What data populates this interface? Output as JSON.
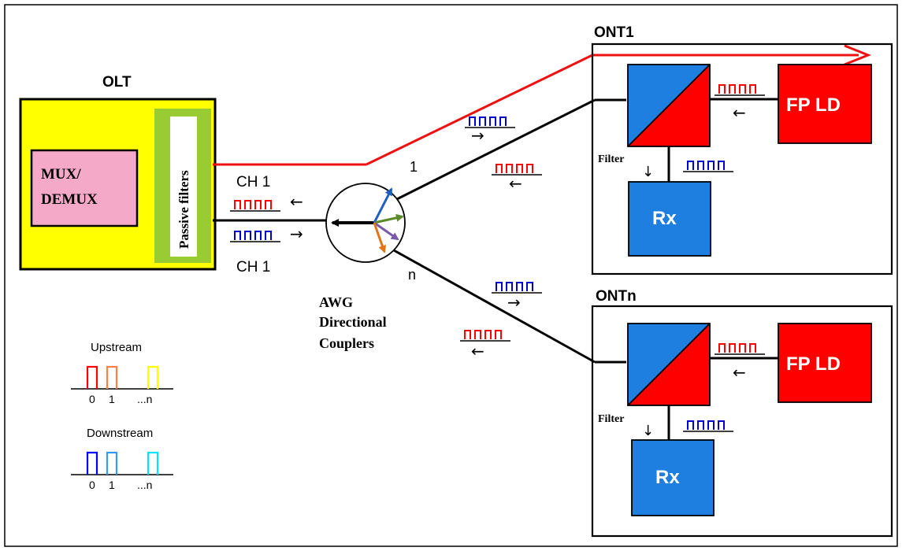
{
  "olt": {
    "title": "OLT",
    "mux_line1": "MUX/",
    "mux_line2": "DEMUX",
    "filters": "Passive filters",
    "colors": {
      "body": "#ffff00",
      "mux": "#f5a9c8",
      "filters": "#99cc33"
    }
  },
  "channels": {
    "top": "CH 1",
    "bottom": "CH 1"
  },
  "coupler": {
    "label_line1": "AWG",
    "label_line2": "Directional",
    "label_line3": "Couplers",
    "port_1": "1",
    "port_n": "n"
  },
  "ont1": {
    "title": "ONT1",
    "laser": "FP LD",
    "rx": "Rx",
    "filter": "Filter"
  },
  "ontn": {
    "title": "ONTn",
    "laser": "FP LD",
    "rx": "Rx",
    "filter": "Filter"
  },
  "legend": {
    "upstream": "Upstream",
    "downstream": "Downstream",
    "tick_0": "0",
    "tick_1": "1",
    "tick_n": "...n",
    "up_colors": [
      "#ff0000",
      "#ff8040",
      "#ffff00"
    ],
    "down_colors": [
      "#0000ff",
      "#3399ff",
      "#00e5ff"
    ]
  },
  "arrows": {
    "left": "←",
    "right": "→",
    "down": "↓"
  },
  "colors": {
    "upstream": "#ff0000",
    "downstream": "#0000cc",
    "laser": "#ff0000",
    "rx": "#1e7fe0",
    "fiber_up": "#ee1111"
  }
}
